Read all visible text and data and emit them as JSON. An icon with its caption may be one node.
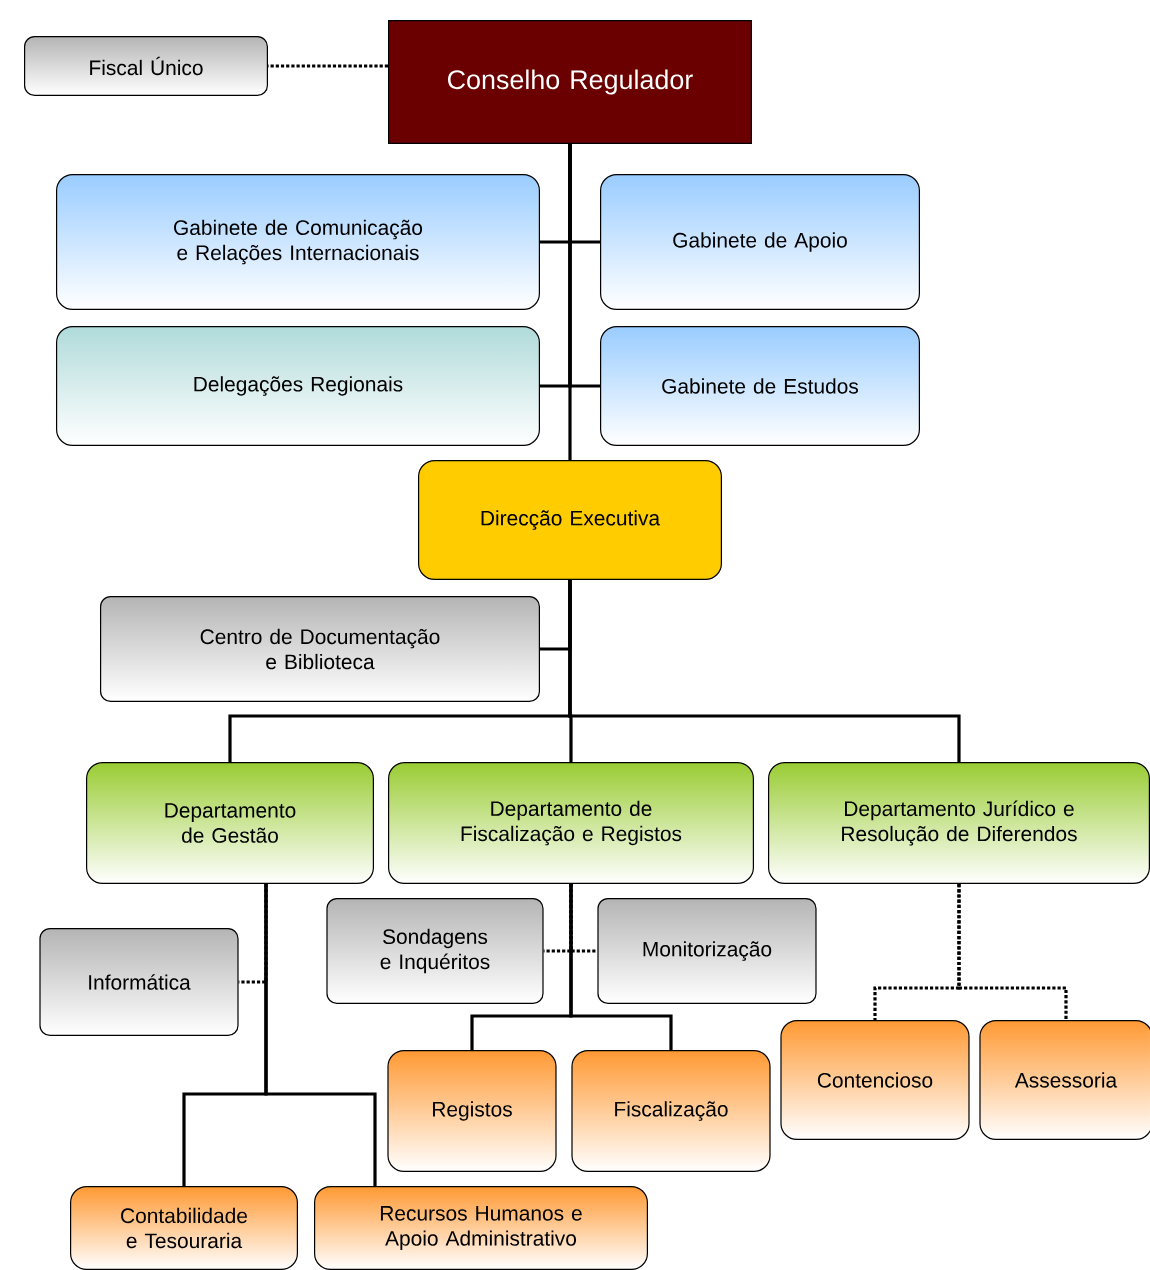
{
  "diagram": {
    "nodes": [
      {
        "text": [
          "Fiscal Único"
        ]
      },
      {
        "text": [
          "Conselho Regulador"
        ]
      },
      {
        "text": [
          "Gabinete de Comunicação e Relações Internacionais"
        ]
      },
      {
        "text": [
          "Gabinete de Apoio"
        ]
      },
      {
        "text": [
          "Delegações Regionais"
        ]
      },
      {
        "text": [
          "Gabinete de Estudos"
        ]
      },
      {
        "text": [
          "Direcção Executiva"
        ]
      },
      {
        "text": [
          "Centro de Documentação e Biblioteca"
        ]
      },
      {
        "text": [
          "Departamento de Gestão"
        ]
      },
      {
        "text": [
          "Departamento de Fiscalização e Registos"
        ]
      },
      {
        "text": [
          "Departamento Jurídico e Resolução de Diferendos"
        ]
      },
      {
        "text": [
          "Informática"
        ]
      },
      {
        "text": [
          "Sondagens e Inquéritos"
        ]
      },
      {
        "text": [
          "Monitorização"
        ]
      },
      {
        "text": [
          "Registos"
        ]
      },
      {
        "text": [
          "Fiscalização"
        ]
      },
      {
        "text": [
          "Contencioso"
        ]
      },
      {
        "text": [
          "Assessoria"
        ]
      },
      {
        "text": [
          "Contabilidade e Tesouraria"
        ]
      },
      {
        "text": [
          "Recursos Humanos e Apoio Administrativo"
        ]
      }
    ],
    "edges": [
      {
        "from": 1,
        "to": 0,
        "arrow": "none",
        "style": "dashed"
      },
      {
        "from": 1,
        "to": 2,
        "arrow": "none"
      },
      {
        "from": 1,
        "to": 3,
        "arrow": "none"
      },
      {
        "from": 1,
        "to": 4,
        "arrow": "none"
      },
      {
        "from": 1,
        "to": 5,
        "arrow": "none"
      },
      {
        "from": 1,
        "to": 6,
        "arrow": "none"
      },
      {
        "from": 6,
        "to": 7,
        "arrow": "none"
      },
      {
        "from": 6,
        "to": 8,
        "arrow": "none"
      },
      {
        "from": 6,
        "to": 9,
        "arrow": "none"
      },
      {
        "from": 6,
        "to": 10,
        "arrow": "none"
      },
      {
        "from": 8,
        "to": 11,
        "arrow": "none",
        "style": "dashed"
      },
      {
        "from": 8,
        "to": 18,
        "arrow": "none"
      },
      {
        "from": 8,
        "to": 19,
        "arrow": "none"
      },
      {
        "from": 9,
        "to": 12,
        "arrow": "none",
        "style": "dashed"
      },
      {
        "from": 9,
        "to": 13,
        "arrow": "none",
        "style": "dashed"
      },
      {
        "from": 9,
        "to": 14,
        "arrow": "none"
      },
      {
        "from": 9,
        "to": 15,
        "arrow": "none"
      },
      {
        "from": 10,
        "to": 16,
        "arrow": "none",
        "style": "dashed"
      },
      {
        "from": 10,
        "to": 17,
        "arrow": "none",
        "style": "dashed"
      }
    ]
  }
}
